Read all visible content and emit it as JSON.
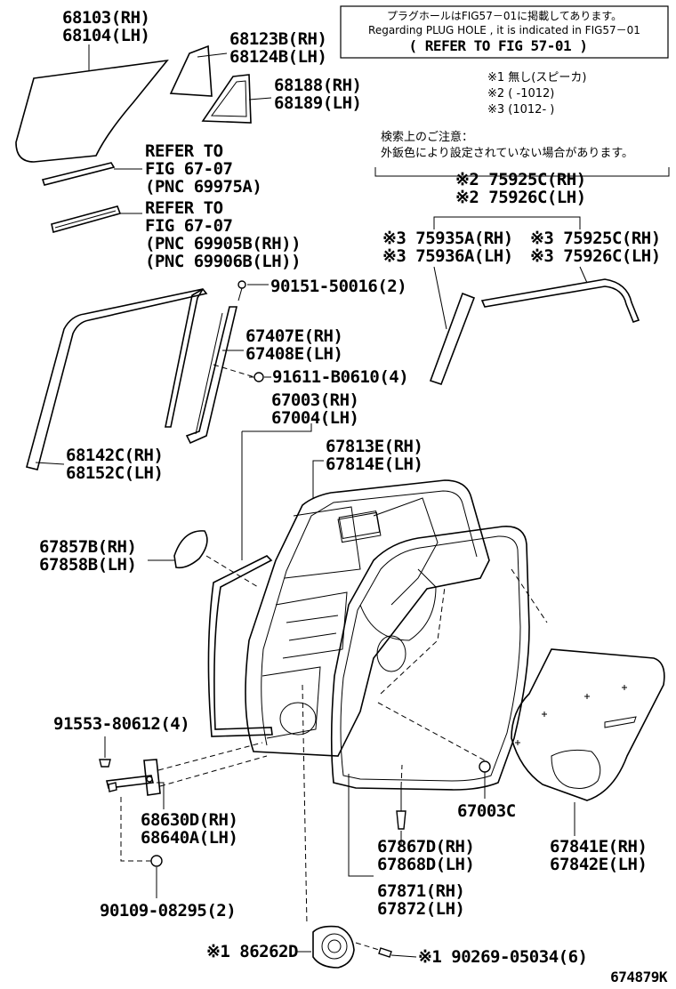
{
  "notice": {
    "line1": "プラグホールはFIG57－01に掲載してあります。",
    "line2": "Regarding PLUG HOLE , it is indicated in FIG57－01",
    "line3": "( REFER TO FIG 57-01 )"
  },
  "footnotes": {
    "n1": "※1 無し(スピーカ)",
    "n2": "※2 (     -1012)",
    "n3": "※3 (1012-     )"
  },
  "search_note": {
    "line1": "検索上のご注意：",
    "line2": "外鈑色により設定されていない場合があります。"
  },
  "labels": {
    "p68103": "68103(RH)",
    "p68104": "68104(LH)",
    "p68123": "68123B(RH)",
    "p68124": "68124B(LH)",
    "p68188": "68188(RH)",
    "p68189": "68189(LH)",
    "ref1_a": "REFER TO",
    "ref1_b": "FIG 67-07",
    "ref1_c": "(PNC 69975A)",
    "ref2_a": "REFER TO",
    "ref2_b": "FIG 67-07",
    "ref2_c": "(PNC 69905B(RH))",
    "ref2_d": "(PNC 69906B(LH))",
    "p75925c_top": "※2 75925C(RH)",
    "p75926c_top": "※2 75926C(LH)",
    "p75935": "※3 75935A(RH)",
    "p75936": "※3 75936A(LH)",
    "p75925c_r": "※3 75925C(RH)",
    "p75926c_r": "※3 75926C(LH)",
    "p90151": "90151-50016(2)",
    "p67407": "67407E(RH)",
    "p67408": "67408E(LH)",
    "p91611": "91611-B0610(4)",
    "p67003": "67003(RH)",
    "p67004": "67004(LH)",
    "p67813": "67813E(RH)",
    "p67814": "67814E(LH)",
    "p68142": "68142C(RH)",
    "p68152": "68152C(LH)",
    "p67857": "67857B(RH)",
    "p67858": "67858B(LH)",
    "p91553": "91553-80612(4)",
    "p68630": "68630D(RH)",
    "p68640": "68640A(LH)",
    "p67003c": "67003C",
    "p67867": "67867D(RH)",
    "p67868": "67868D(LH)",
    "p67841": "67841E(RH)",
    "p67842": "67842E(LH)",
    "p90109": "90109-08295(2)",
    "p67871": "67871(RH)",
    "p67872": "67872(LH)",
    "p86262": "※1 86262D",
    "p90269": "※1 90269-05034(6)",
    "fig_id": "674879K"
  }
}
